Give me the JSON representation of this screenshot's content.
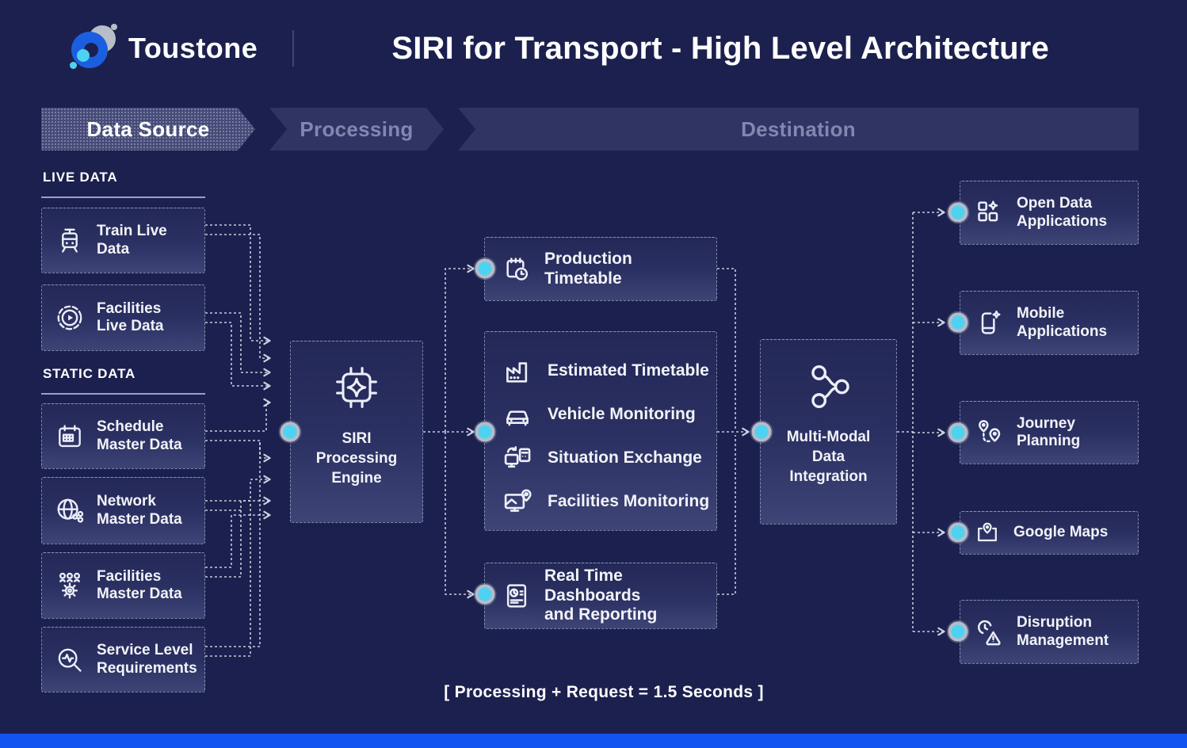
{
  "header": {
    "brand": "Toustone",
    "title": "SIRI for Transport - High Level Architecture"
  },
  "stages": [
    {
      "label": "Data Source"
    },
    {
      "label": "Processing"
    },
    {
      "label": "Destination"
    }
  ],
  "source_groups": [
    {
      "label": "LIVE DATA",
      "items": [
        {
          "icon": "train-icon",
          "label": "Train Live\nData"
        },
        {
          "icon": "facilities-live-icon",
          "label": "Facilities\nLive Data"
        }
      ]
    },
    {
      "label": "STATIC DATA",
      "items": [
        {
          "icon": "schedule-icon",
          "label": "Schedule\nMaster Data"
        },
        {
          "icon": "network-globe-icon",
          "label": "Network\nMaster Data"
        },
        {
          "icon": "facilities-master-icon",
          "label": "Facilities\nMaster Data"
        },
        {
          "icon": "service-level-icon",
          "label": "Service Level\nRequirements"
        }
      ]
    }
  ],
  "processing": {
    "engine": {
      "icon": "chip-sparkle-icon",
      "label": "SIRI\nProcessing\nEngine"
    }
  },
  "outputs": {
    "production": {
      "icon": "production-timetable-icon",
      "label": "Production Timetable"
    },
    "group_items": [
      {
        "icon": "estimated-timetable-icon",
        "label": "Estimated Timetable"
      },
      {
        "icon": "vehicle-monitoring-icon",
        "label": "Vehicle Monitoring"
      },
      {
        "icon": "situation-exchange-icon",
        "label": "Situation Exchange"
      },
      {
        "icon": "facilities-monitoring-icon",
        "label": "Facilities Monitoring"
      }
    ],
    "dashboards": {
      "icon": "dashboards-reporting-icon",
      "label": "Real Time Dashboards\nand Reporting"
    }
  },
  "integration": {
    "icon": "multimodal-branch-icon",
    "label": "Multi-Modal\nData\nIntegration"
  },
  "destinations": [
    {
      "icon": "open-data-icon",
      "label": "Open Data\nApplications"
    },
    {
      "icon": "mobile-apps-icon",
      "label": "Mobile\nApplications"
    },
    {
      "icon": "journey-planning-icon",
      "label": "Journey\nPlanning"
    },
    {
      "icon": "google-maps-icon",
      "label": "Google Maps"
    },
    {
      "icon": "disruption-management-icon",
      "label": "Disruption\nManagement"
    }
  ],
  "footer": {
    "caption": "[ Processing + Request = 1.5 Seconds ]"
  },
  "colors": {
    "background": "#1c204e",
    "accent_cyan": "#4ed2f2",
    "logo_blue": "#1b5fe0",
    "bottom_bar_blue": "#1254f0",
    "box_border": "#c3c8e1",
    "stage_active_text": "#ffffff",
    "stage_inactive_text": "#8287b0"
  }
}
